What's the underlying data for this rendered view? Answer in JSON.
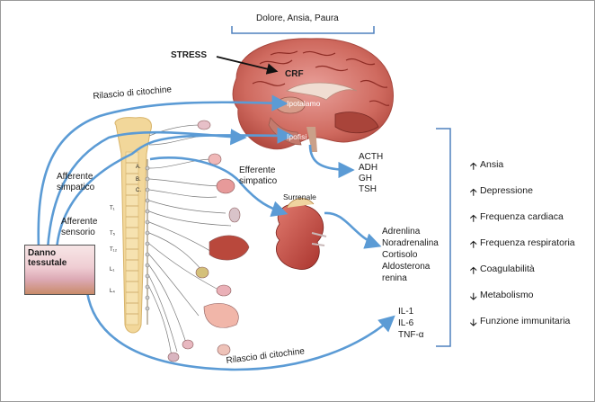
{
  "header": {
    "top_label": "Dolore, Ansia, Paura"
  },
  "brain": {
    "stress": "STRESS",
    "crf": "CRF",
    "hypothalamus": "Ipotalamo",
    "pituitary": "Ipofisi"
  },
  "arrows": {
    "cytokine_release_top": "Rilascio di citochine",
    "cytokine_release_bottom": "Rilascio di citochine"
  },
  "nerves": {
    "afferent_sympathetic": [
      "Afferente",
      "simpatico"
    ],
    "afferent_sensory": [
      "Afferente",
      "sensorio"
    ],
    "efferent_sympathetic": [
      "Efferente",
      "simpatico"
    ]
  },
  "spine_marks": [
    "A.",
    "B.",
    "C.",
    "T₁",
    "T₅",
    "T₁₂",
    "L₁",
    "L₄"
  ],
  "adrenal": {
    "label": "Surrenale"
  },
  "tissue": {
    "label": "Danno tessutale"
  },
  "hormones": {
    "pituitary": [
      "ACTH",
      "ADH",
      "GH",
      "TSH"
    ],
    "adrenal": [
      "Adrenlina",
      "Noradrenalina",
      "Cortisolo",
      "Aldosterona",
      "renina"
    ],
    "cytokines": [
      "IL-1",
      "IL-6",
      "TNF-α"
    ]
  },
  "effects": [
    {
      "direction": "up",
      "arrow": "🡡",
      "label": "Ansia"
    },
    {
      "direction": "up",
      "arrow": "🡡",
      "label": "Depressione"
    },
    {
      "direction": "up",
      "arrow": "🡡",
      "label": "Frequenza cardiaca"
    },
    {
      "direction": "up",
      "arrow": "🡡",
      "label": "Frequenza respiratoria"
    },
    {
      "direction": "up",
      "arrow": "🡡",
      "label": "Coagulabilità"
    },
    {
      "direction": "down",
      "arrow": "🡣",
      "label": "Metabolismo"
    },
    {
      "direction": "down",
      "arrow": "🡣",
      "label": "Funzione immunitaria"
    }
  ],
  "colors": {
    "arrow_blue": "#5b9bd5",
    "line_dark": "#2f5f8f",
    "brain_red": "#c8433b",
    "spine": "#f2d79a",
    "bracket": "#4f81bd"
  }
}
